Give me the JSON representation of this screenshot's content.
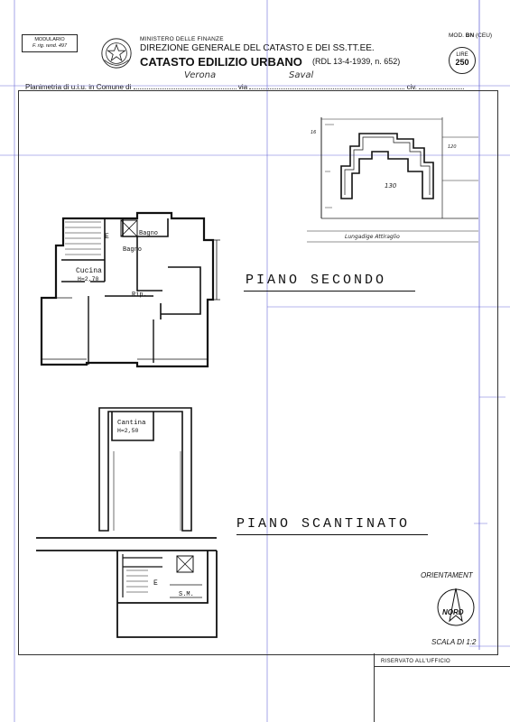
{
  "header": {
    "modulario_line1": "MODULARIO",
    "modulario_line2": "F. rig. rend. 497",
    "ministry": "MINISTERO DELLE FINANZE",
    "direction": "DIREZIONE GENERALE DEL CATASTO E DEI SS.TT.EE.",
    "catasto": "CATASTO EDILIZIO URBANO",
    "rdl": "(RDL 13-4-1939, n. 652)",
    "mod_bn_prefix": "MOD.",
    "mod_bn_code": "BN",
    "mod_bn_suffix": "(CEU)",
    "lire_label": "LIRE",
    "lire_value": "250"
  },
  "plan_row": {
    "label": "Planimetria di u.i.u. in Comune di",
    "comune": "Verona",
    "via_label": "via",
    "via_value": "Saval",
    "civ_label": "civ."
  },
  "site_plan": {
    "parcel_number": "130",
    "street_label": "Lungadige Attiraglio",
    "parcel_right": "120",
    "side_label": "16"
  },
  "second_floor": {
    "title": "PIANO  SECONDO",
    "rooms": {
      "e": "E",
      "bagno1": "Bagno",
      "bagno2": "Bagno",
      "cucina": "Cucina",
      "cucina_h": "H=2,70",
      "rip": "Rip."
    }
  },
  "basement": {
    "title": "PIANO  SCANTINATO",
    "rooms": {
      "cantina": "Cantina",
      "cantina_h": "H=2,50",
      "e": "E",
      "sm": "S.M."
    }
  },
  "footer": {
    "orientamento": "ORIENTAMENT",
    "north": "NORD",
    "scala": "SCALA DI 1:2",
    "riservato": "RISERVATO ALL'UFFICIO"
  }
}
